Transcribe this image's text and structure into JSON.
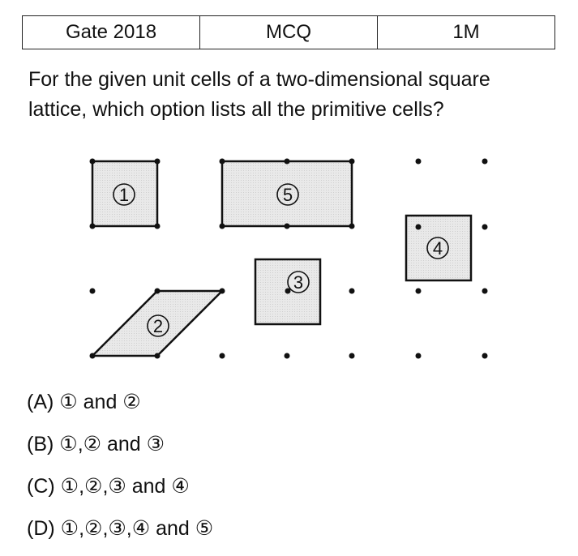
{
  "header": {
    "exam": "Gate 2018",
    "type": "MCQ",
    "marks": "1M"
  },
  "question": {
    "line1": "For the given unit cells of a two-dimensional square",
    "line2": "lattice, which option lists all the primitive cells?"
  },
  "figure": {
    "cells": [
      {
        "id": "cell-1",
        "label": "①"
      },
      {
        "id": "cell-2",
        "label": "②"
      },
      {
        "id": "cell-3",
        "label": "③"
      },
      {
        "id": "cell-4",
        "label": "④"
      },
      {
        "id": "cell-5",
        "label": "⑤"
      }
    ],
    "fill_color": "#e6e6e6",
    "stroke_color": "#111111"
  },
  "options": [
    {
      "letter": "(A)",
      "text": "① and ②"
    },
    {
      "letter": "(B)",
      "text": "①,② and ③"
    },
    {
      "letter": "(C)",
      "text": "①,②,③ and ④"
    },
    {
      "letter": "(D)",
      "text": "①,②,③,④ and ⑤"
    }
  ]
}
